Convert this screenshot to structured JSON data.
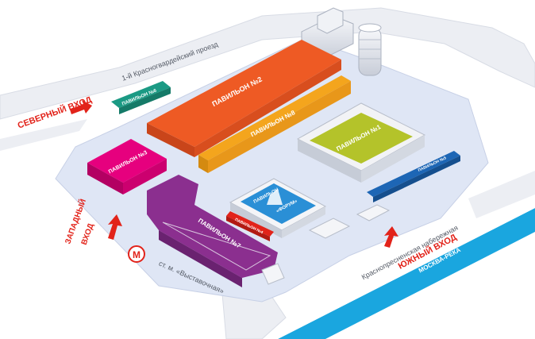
{
  "streets": {
    "north": "1-й Красногвардейский проезд",
    "south": "Краснопресненская набережная",
    "metro": "ст. м. «Выставочная»",
    "river": "МОСКВА-РЕКА"
  },
  "entrances": {
    "north": "СЕВЕРНЫЙ ВХОД",
    "west_line1": "ЗАПАДНЫЙ",
    "west_line2": "ВХОД",
    "south": "ЮЖНЫЙ ВХОД"
  },
  "metro_symbol": "М",
  "pavilions": {
    "p1": "ПАВИЛЬОН №1",
    "p2": "ПАВИЛЬОН №2",
    "p3": "ПАВИЛЬОН №3",
    "p4": "ПАВИЛЬОН №4",
    "p5": "ПАВИЛЬОН №5",
    "p6": "ПАВИЛЬОН №6",
    "p7": "ПАВИЛЬОН №7",
    "p8": "ПАВИЛЬОН №8",
    "forum_line1": "ПАВИЛЬОН",
    "forum_line2": "«ФОРУМ»"
  },
  "colors": {
    "ground": "#dfe6f5",
    "road": "#eceef3",
    "river": "#1aa6df",
    "entrance_red": "#e2231a",
    "pavilion_1": "#b4c32a",
    "pavilion_2": "#ee5a24",
    "pavilion_3": "#e6007e",
    "pavilion_4": "#e2231a",
    "pavilion_5": "#1d66b5",
    "pavilion_6": "#1b9a84",
    "pavilion_7": "#8b2f8f",
    "pavilion_8": "#f4a51d",
    "forum": "#2a8fd6"
  }
}
